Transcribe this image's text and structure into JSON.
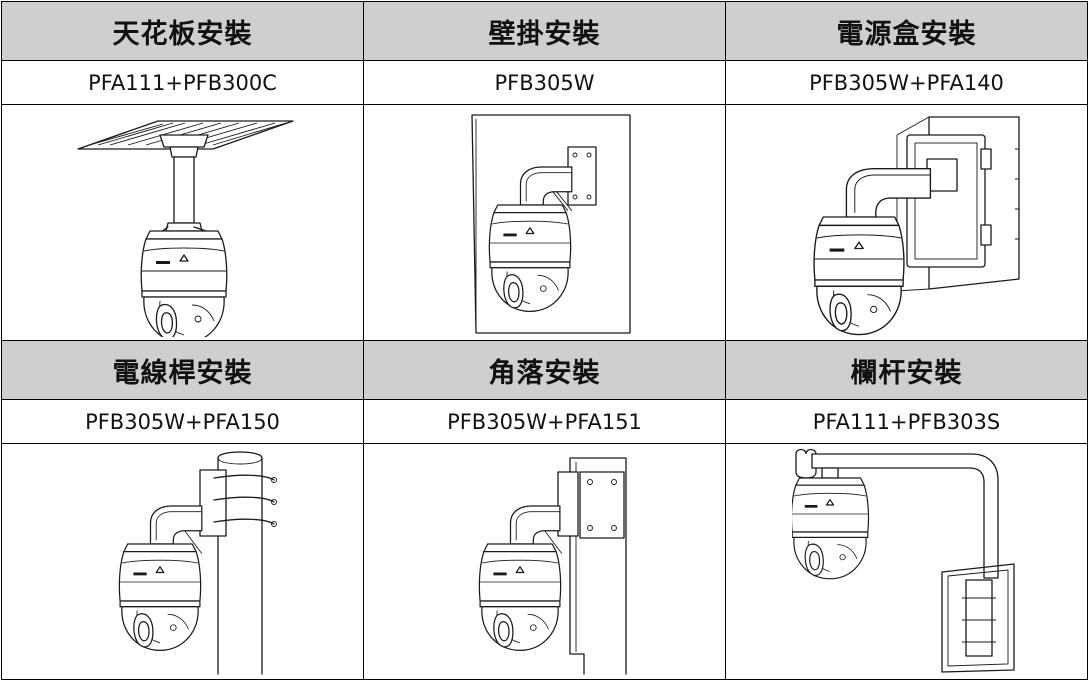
{
  "rows": [
    {
      "headers": [
        "天花板安裝",
        "壁掛安裝",
        "電源盒安裝"
      ],
      "codes": [
        "PFA111+PFB300C",
        "PFB305W",
        "PFB305W+PFA140"
      ],
      "illustrations": [
        "ceiling-mount-illustration",
        "wall-mount-illustration",
        "power-box-mount-illustration"
      ]
    },
    {
      "headers": [
        "電線桿安裝",
        "角落安裝",
        "欄杆安裝"
      ],
      "codes": [
        "PFB305W+PFA150",
        "PFB305W+PFA151",
        "PFA111+PFB303S"
      ],
      "illustrations": [
        "pole-mount-illustration",
        "corner-mount-illustration",
        "parapet-mount-illustration"
      ]
    }
  ]
}
